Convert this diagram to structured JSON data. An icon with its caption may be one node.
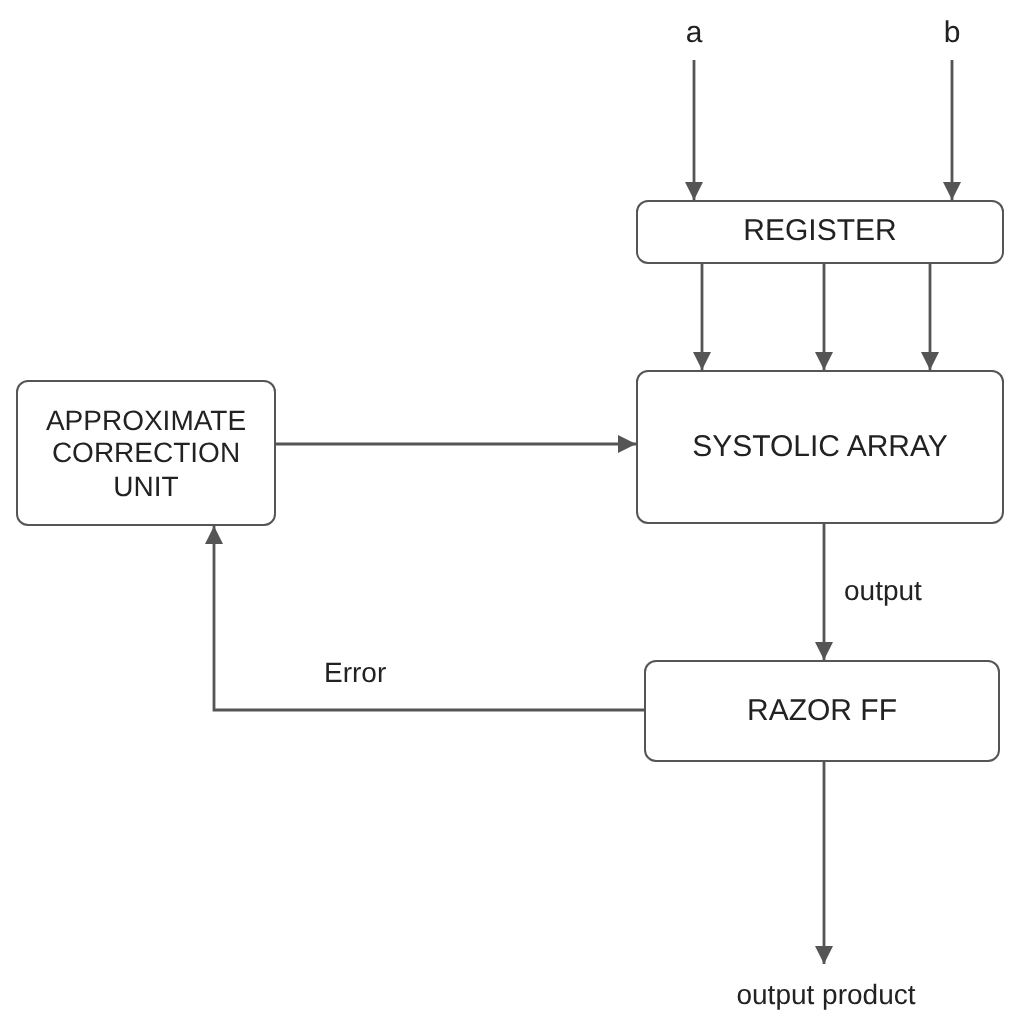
{
  "diagram": {
    "nodes": [
      {
        "text": [
          "a"
        ]
      },
      {
        "text": [
          "b"
        ]
      },
      {
        "text": [
          "REGISTER"
        ]
      },
      {
        "text": [
          "APPROXIMATE CORRECTION UNIT"
        ]
      },
      {
        "text": [
          "SYSTOLIC ARRAY"
        ]
      },
      {
        "text": [
          "RAZOR FF"
        ]
      },
      {
        "text": [
          "output product"
        ]
      }
    ],
    "edges": [
      {
        "from": 0,
        "to": 2,
        "arrow": "to"
      },
      {
        "from": 1,
        "to": 2,
        "arrow": "to"
      },
      {
        "from": 2,
        "to": 4,
        "arrow": "to"
      },
      {
        "from": 2,
        "to": 4,
        "arrow": "to"
      },
      {
        "from": 2,
        "to": 4,
        "arrow": "to"
      },
      {
        "from": 3,
        "to": 4,
        "arrow": "to"
      },
      {
        "from": 4,
        "to": 5,
        "arrow": "to",
        "label": "output"
      },
      {
        "from": 5,
        "to": 3,
        "arrow": "to",
        "label": "Error"
      },
      {
        "from": 5,
        "to": 6,
        "arrow": "to"
      }
    ]
  }
}
